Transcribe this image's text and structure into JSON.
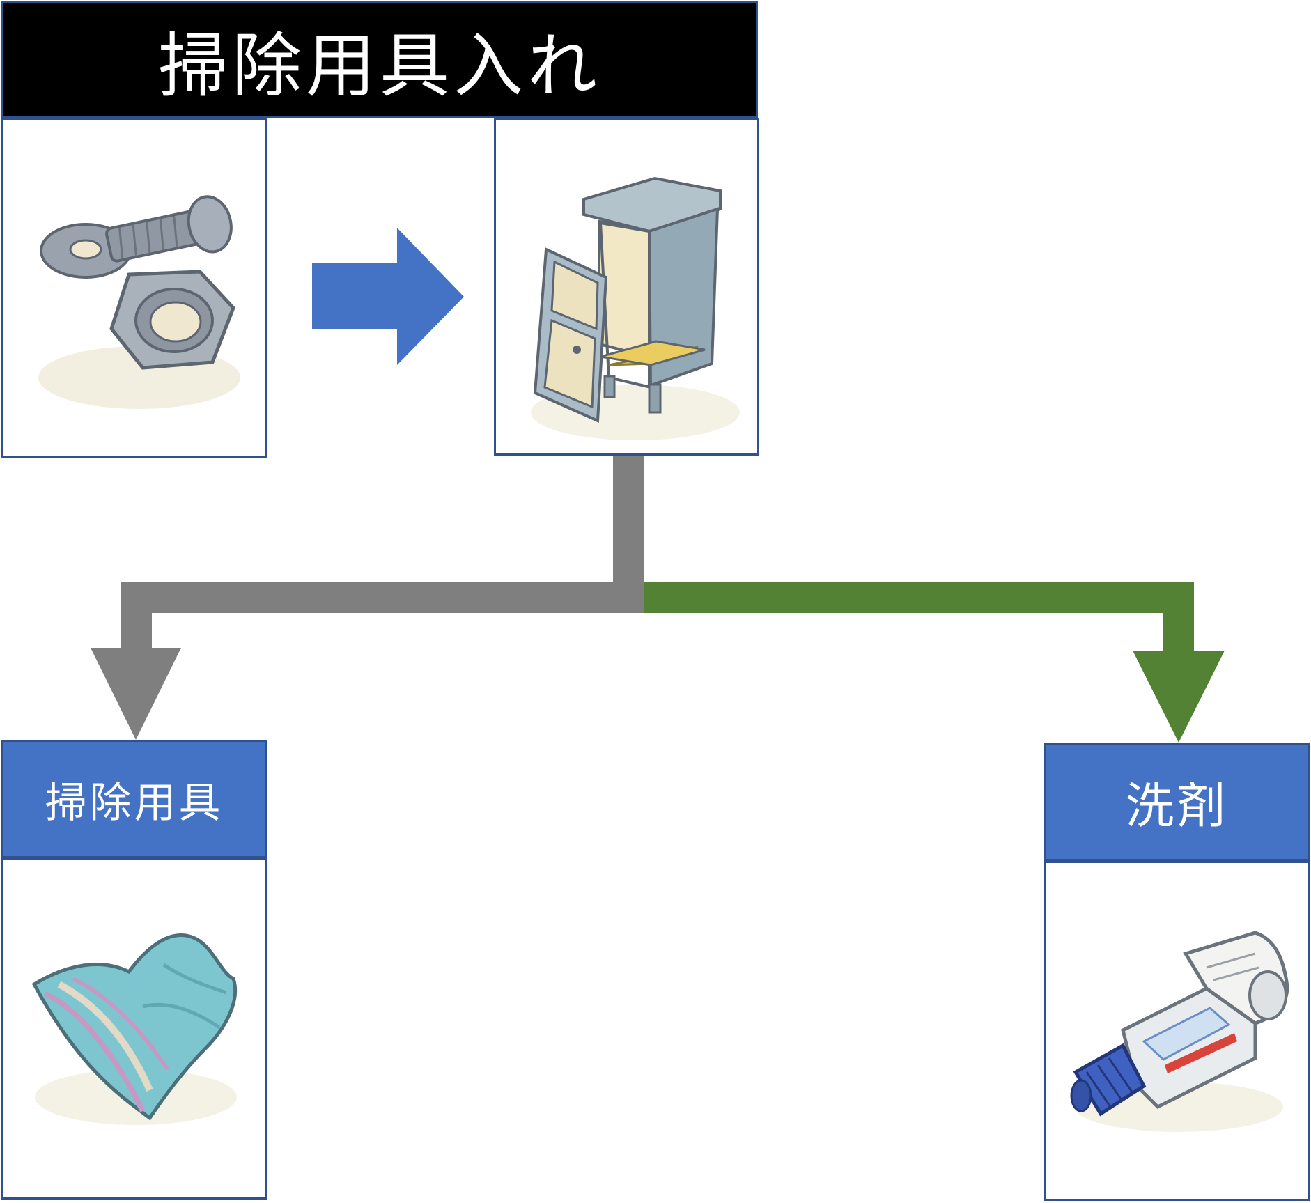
{
  "title": "掃除用具入れ",
  "inputs": [
    {
      "name": "nuts-and-bolts",
      "icon": "nuts-bolts-icon"
    }
  ],
  "result": {
    "name": "cleaning-locker",
    "icon": "locker-icon"
  },
  "outputs": [
    {
      "label": "掃除用具",
      "icon": "cloth-icon",
      "arrow_color": "#7f7f7f"
    },
    {
      "label": "洗剤",
      "icon": "detergent-tube-icon",
      "arrow_color": "#548235"
    }
  ],
  "colors": {
    "title_bg": "#000000",
    "label_bg": "#4472c4",
    "border": "#2f528f",
    "arrow_blue": "#4472c4",
    "arrow_gray": "#7f7f7f",
    "arrow_green": "#548235"
  }
}
